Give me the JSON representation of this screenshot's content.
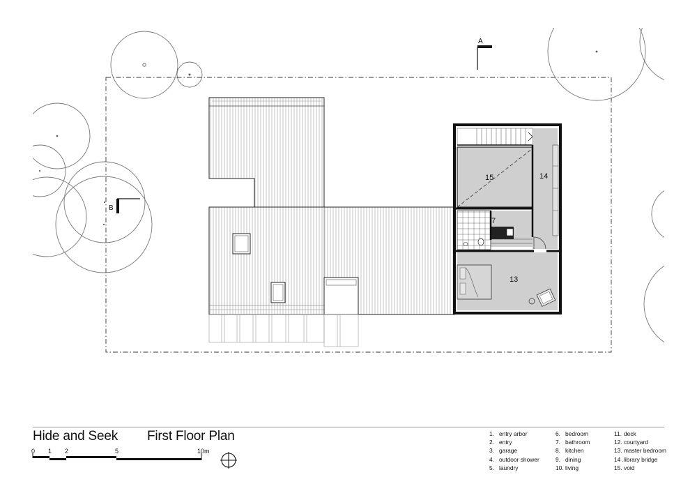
{
  "project_title": "Hide and Seek",
  "sheet_title": "First Floor Plan",
  "section_markers": {
    "a": "A",
    "b": "B"
  },
  "room_numbers": {
    "void": "15",
    "library_bridge": "14",
    "bathroom": "7",
    "master_bedroom": "13"
  },
  "scale_bar": {
    "labels": [
      "0",
      "1",
      "2",
      "5",
      "10m"
    ]
  },
  "legend": [
    [
      {
        "num": "1.",
        "label": "entry arbor"
      },
      {
        "num": "2.",
        "label": "entry"
      },
      {
        "num": "3.",
        "label": "garage"
      },
      {
        "num": "4.",
        "label": "outdoor shower"
      },
      {
        "num": "5.",
        "label": "laundry"
      }
    ],
    [
      {
        "num": "6.",
        "label": "bedroom"
      },
      {
        "num": "7.",
        "label": "bathroom"
      },
      {
        "num": "8.",
        "label": "kitchen"
      },
      {
        "num": "9.",
        "label": "dining"
      },
      {
        "num": "10.",
        "label": "living"
      }
    ],
    [
      {
        "num": "11.",
        "label": "deck"
      },
      {
        "num": "12.",
        "label": "courtyard"
      },
      {
        "num": "13.",
        "label": "master bedroom"
      },
      {
        "num": "14 .",
        "label": "library bridge"
      },
      {
        "num": "15.",
        "label": "void"
      }
    ]
  ]
}
